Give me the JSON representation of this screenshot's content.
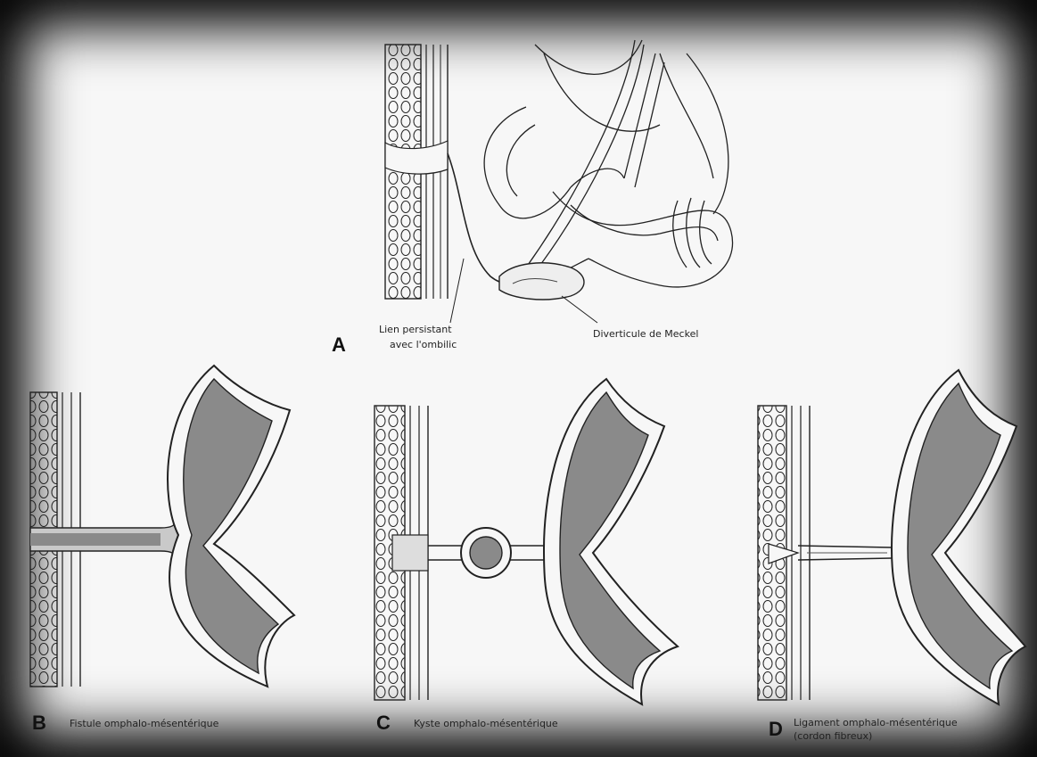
{
  "panel_a": {
    "letter": "A",
    "label_link_line1": "Lien persistant",
    "label_link_line2": "avec l'ombilic",
    "label_diverticulum": "Diverticule de Meckel"
  },
  "panel_b": {
    "letter": "B",
    "caption": "Fistule omphalo-mésentérique"
  },
  "panel_c": {
    "letter": "C",
    "caption": "Kyste omphalo-mésentérique"
  },
  "panel_d": {
    "letter": "D",
    "caption_line1": "Ligament omphalo-mésentérique",
    "caption_line2": "(cordon fibreux)"
  },
  "colors": {
    "background": "#000000",
    "paper": "#f7f7f7",
    "lumen_fill": "#8a8a8a",
    "ink": "#111111"
  }
}
